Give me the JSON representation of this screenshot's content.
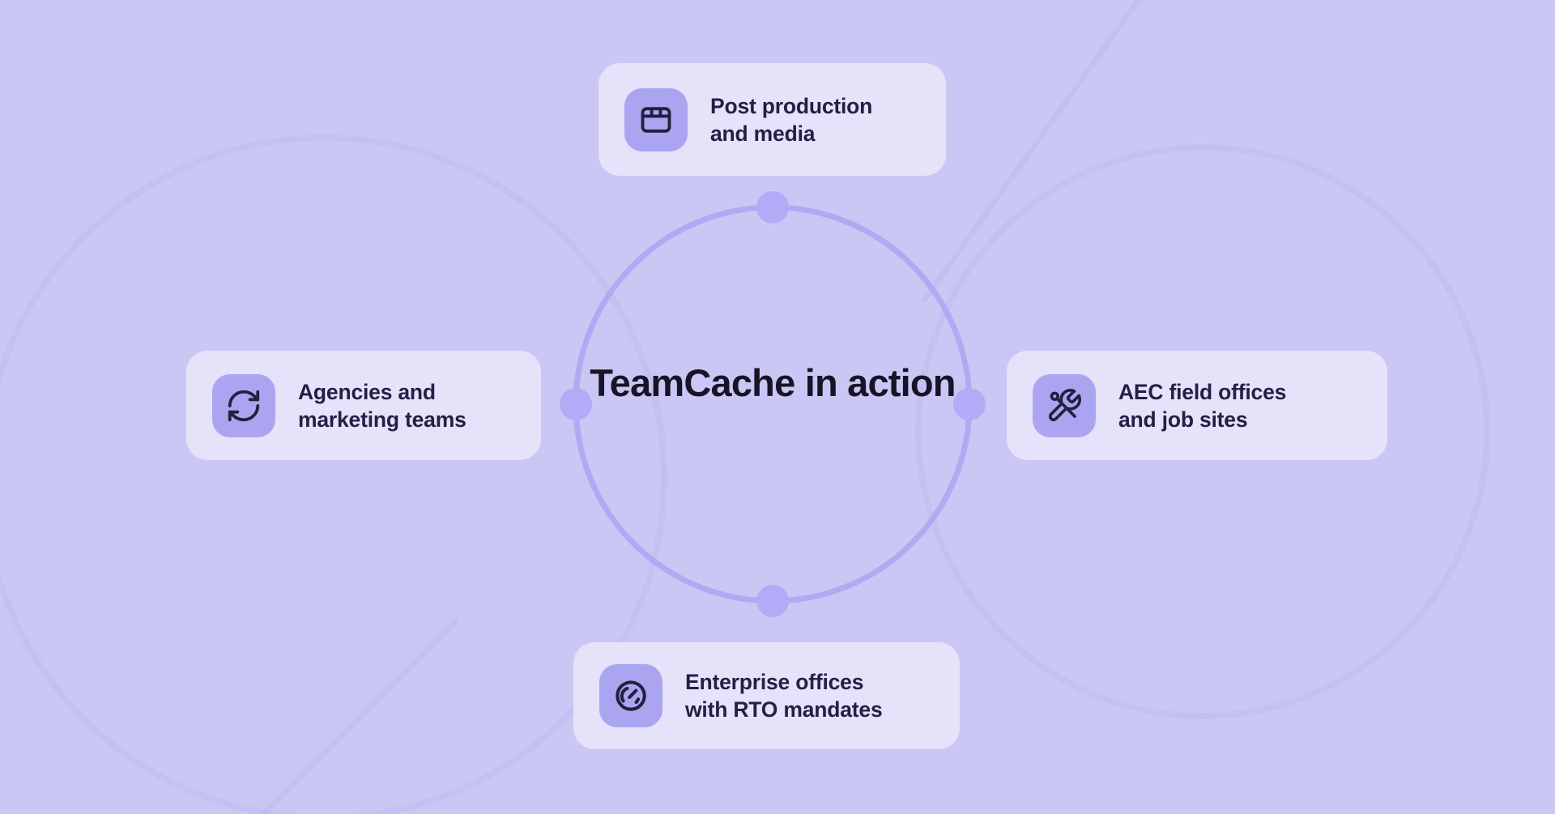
{
  "title": {
    "line1": "TeamCache",
    "line2": "in action"
  },
  "cards": [
    {
      "id": "post-production",
      "position": "top",
      "icon": "browser-window-icon",
      "lines": [
        "Post production",
        "and media"
      ]
    },
    {
      "id": "agencies",
      "position": "left",
      "icon": "sync-arrows-icon",
      "lines": [
        "Agencies and",
        "marketing teams"
      ]
    },
    {
      "id": "aec-field",
      "position": "right",
      "icon": "crossed-tools-icon",
      "lines": [
        "AEC field offices",
        "and job sites"
      ]
    },
    {
      "id": "enterprise",
      "position": "bottom",
      "icon": "gauge-icon",
      "lines": [
        "Enterprise offices",
        "with RTO mandates"
      ]
    }
  ],
  "colors": {
    "page_background": "#cbc7f4",
    "card_background": "#e5e2fa",
    "icon_tile": "#aba5f1",
    "icon_glyph": "#23203f",
    "text_dark": "#232045",
    "title_dark": "#171427",
    "hub_ring": "#b0aaf2",
    "connector_dot": "#b2abf7",
    "background_arcs": "#bfb9ee"
  }
}
